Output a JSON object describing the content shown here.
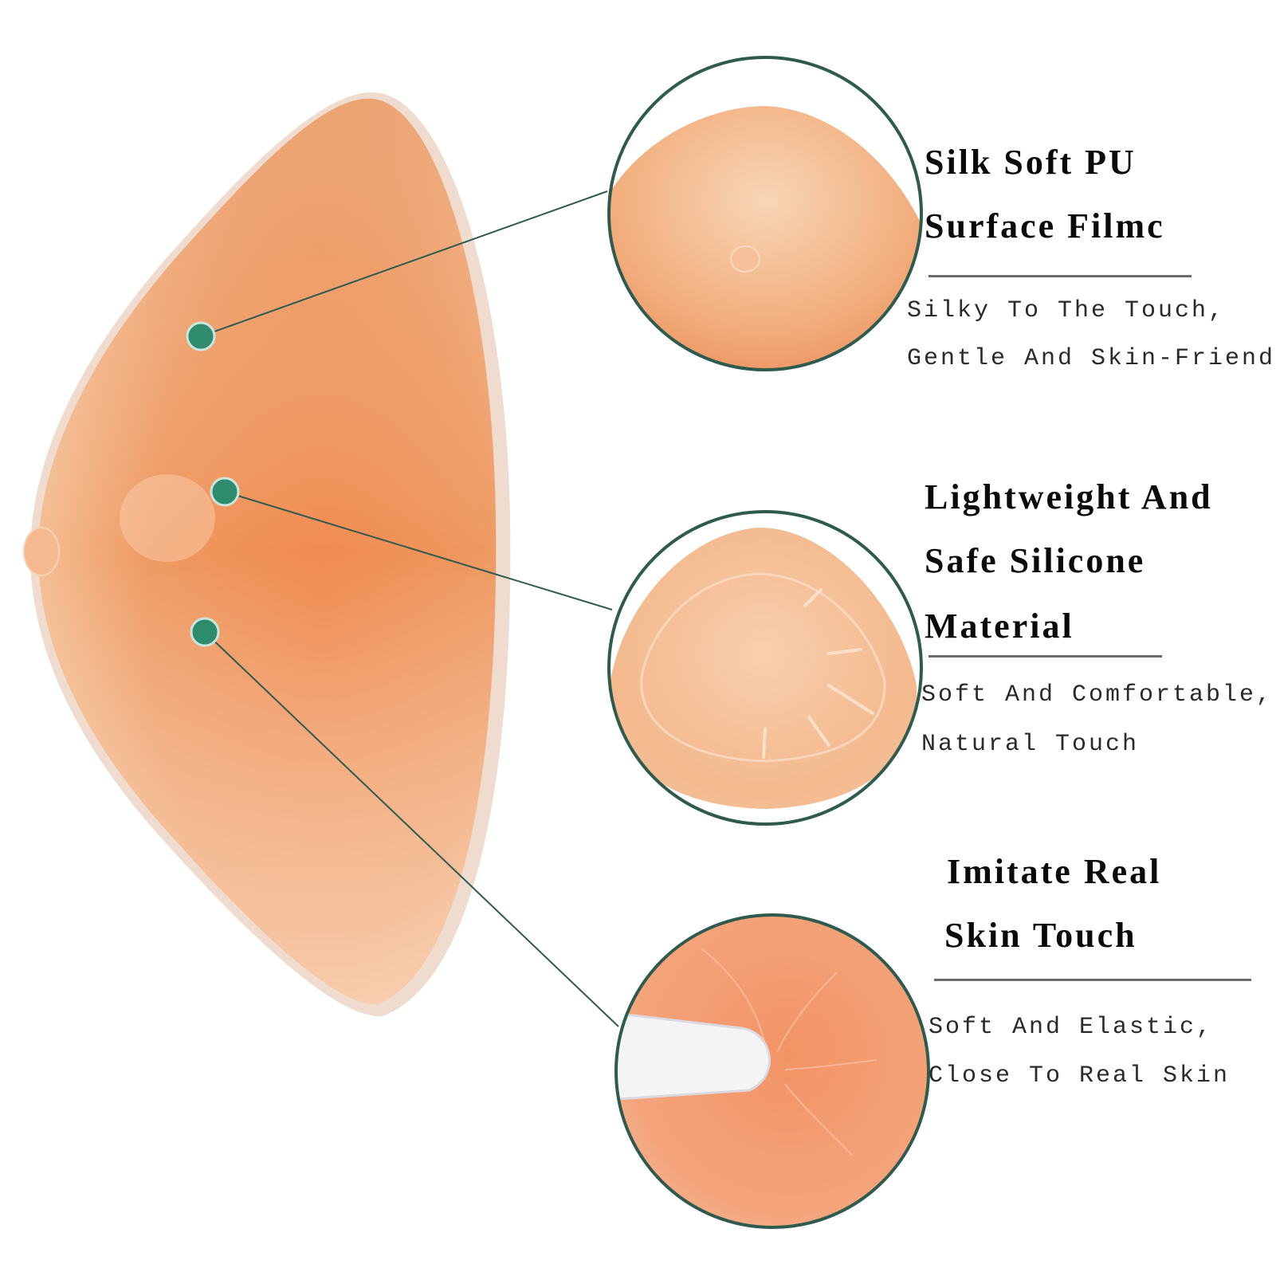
{
  "colors": {
    "skin_light": "#f6c9a3",
    "skin_mid": "#f0a06b",
    "skin_dark": "#e07f48",
    "edge": "#e9d4c7",
    "dot": "#2e8b6e",
    "circle_border": "#2f5a4e",
    "rule": "#6b6b6b"
  },
  "features": [
    {
      "title_lines": [
        "Silk Soft PU",
        "Surface Filmc"
      ],
      "desc_lines": [
        "Silky To The Touch,",
        "Gentle And Skin-Friendly"
      ]
    },
    {
      "title_lines": [
        "Lightweight And",
        "Safe Silicone",
        "Material"
      ],
      "desc_lines": [
        "Soft And Comfortable,",
        "Natural Touch"
      ]
    },
    {
      "title_lines": [
        "Imitate Real",
        "Skin Touch"
      ],
      "desc_lines": [
        "Soft And Elastic,",
        "Close To Real Skin"
      ]
    }
  ]
}
